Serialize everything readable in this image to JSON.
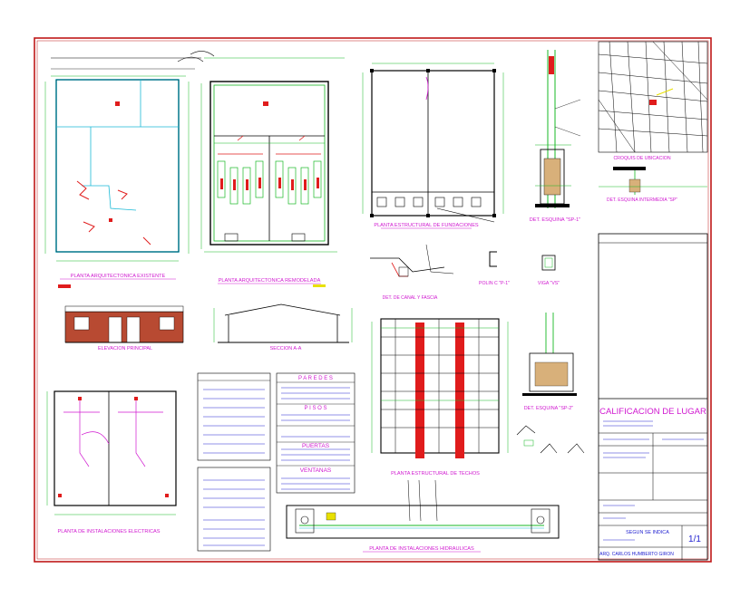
{
  "colors": {
    "border": "#c01818",
    "green": "#17b824",
    "cyan": "#1ab9d6",
    "magenta": "#d018d0",
    "red": "#e01c1c",
    "yellow": "#e8e000",
    "blue": "#2222d0",
    "black": "#000000",
    "brick": "#b84a32"
  },
  "drawings": {
    "existing_plan": "PLANTA ARQUITECTONICA EXISTENTE",
    "remodeled_plan": "PLANTA ARQUITECTONICA REMODELADA",
    "foundations_plan": "PLANTA ESTRUCTURAL DE FUNDACIONES",
    "corner_detail_top": "DET. ESQUINA \"SP-1\"",
    "canal_detail": "DET. DE CANAL Y FASCIA",
    "polin": "POLIN C \"P-1\"",
    "viga": "VIGA \"VS\"",
    "main_elevation": "ELEVACION PRINCIPAL",
    "section": "SECCION A-A",
    "roof_plan": "PLANTA ESTRUCTURAL DE TECHOS",
    "corner_detail_mid": "DET. ESQUINA \"SP-2\"",
    "electrical_plan": "PLANTA DE INSTALACIONES ELECTRICAS",
    "hydraulic_plan": "PLANTA DE INSTALACIONES HIDRAULICAS",
    "location_sketch": "CROQUIS DE UBICACION",
    "corner_detail_map": "DET. ESQUINA INTERMEDIA \"SP\""
  },
  "tables": {
    "paredes_title": "P A R E D E S",
    "pisos_title": "P I S O S",
    "puertas_title": "PUERTAS",
    "ventanas_title": "VENTANAS"
  },
  "title_block": {
    "title": "CALIFICACION DE LUGAR",
    "sheet": "1/1",
    "scale_line": "SEGUN SE INDICA",
    "architect": "ARQ. CARLOS HUMBERTO GIRON"
  }
}
